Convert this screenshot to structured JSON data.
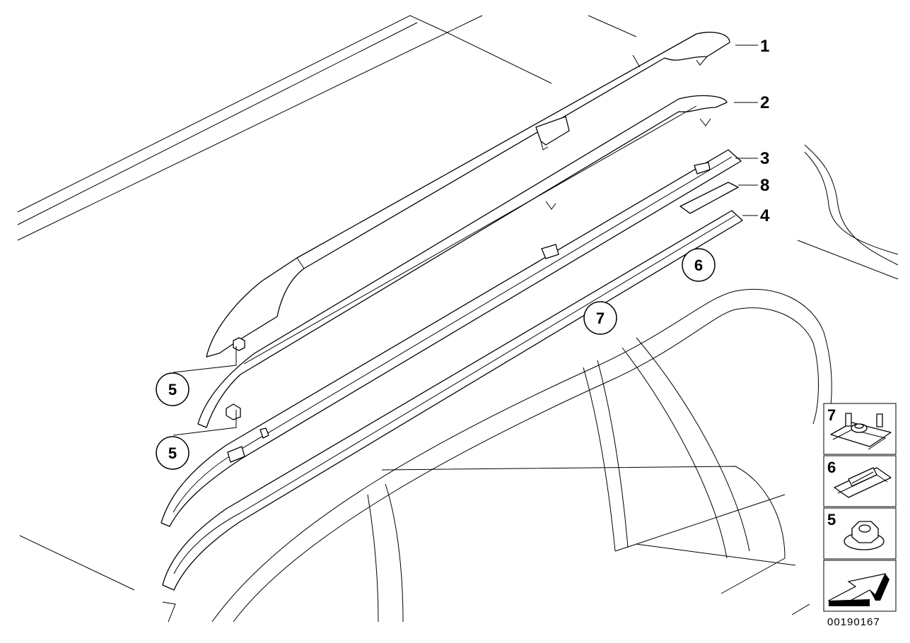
{
  "diagram": {
    "callouts": {
      "c1": "1",
      "c2": "2",
      "c3": "3",
      "c8": "8",
      "c4": "4"
    },
    "circled": {
      "c6": "6",
      "c7": "7",
      "c5a": "5",
      "c5b": "5"
    },
    "legend": {
      "item7": "7",
      "item6": "6",
      "item5": "5"
    },
    "diagram_number": "00190167"
  }
}
